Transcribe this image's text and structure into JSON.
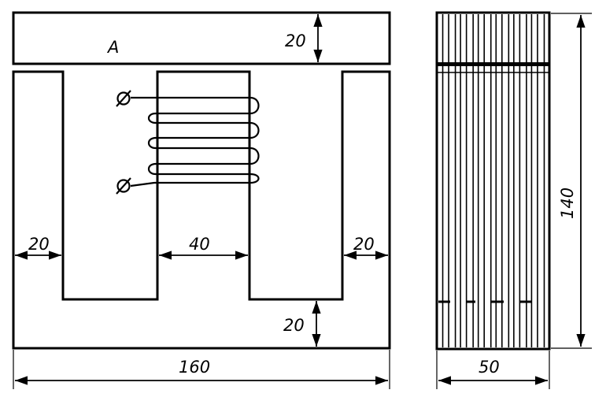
{
  "labels": {
    "yoke_part": "A",
    "yoke_height": "20",
    "left_leg_width": "20",
    "center_leg_width": "40",
    "right_leg_width": "20",
    "bottom_height": "20",
    "total_width": "160",
    "stack_height": "140",
    "stack_depth": "50"
  },
  "icons": {
    "terminal": "terminal-circle-icon"
  },
  "colors": {
    "line": "#000000",
    "background": "#ffffff"
  }
}
